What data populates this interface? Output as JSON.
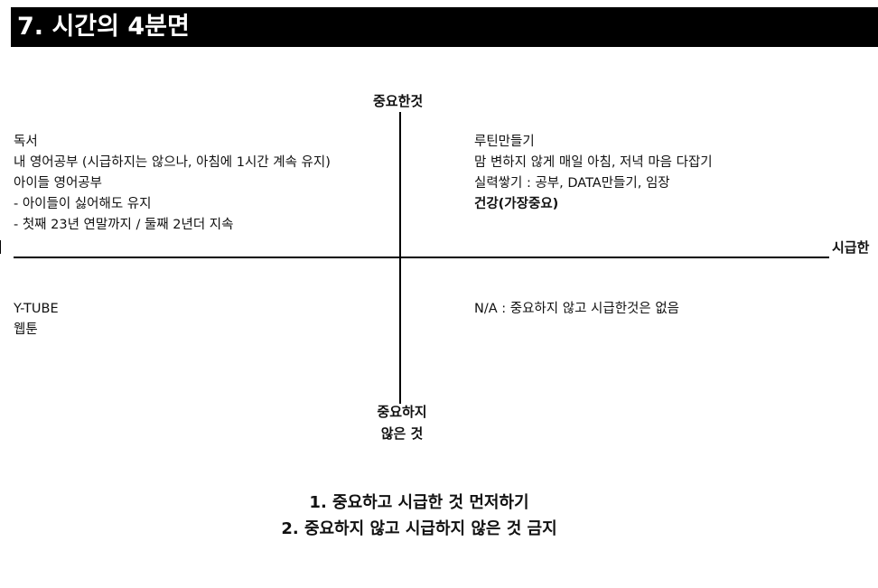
{
  "title": "7. 시간의 4분면",
  "axes": {
    "top": "중요한것",
    "bottom": [
      "중요하지",
      "않은 것"
    ],
    "right": "시급한"
  },
  "quadrants": {
    "top_left": [
      "독서",
      "내 영어공부 (시급하지는 않으나, 아침에 1시간 계속 유지)",
      "아이들 영어공부",
      " - 아이들이 싫어해도 유지",
      " - 첫째 23년 연말까지 / 둘째 2년더 지속"
    ],
    "top_right": [
      "루틴만들기",
      "맘 변하지 않게 매일 아침, 저녁 마음 다잡기",
      "실력쌓기 : 공부, DATA만들기, 임장",
      "건강(가장중요)"
    ],
    "bottom_left": [
      "Y-TUBE",
      "웹툰"
    ],
    "bottom_right": [
      "N/A : 중요하지 않고 시급한것은 없음"
    ]
  },
  "rules": [
    "1. 중요하고 시급한 것 먼저하기",
    "2. 중요하지 않고 시급하지 않은 것 금지"
  ]
}
